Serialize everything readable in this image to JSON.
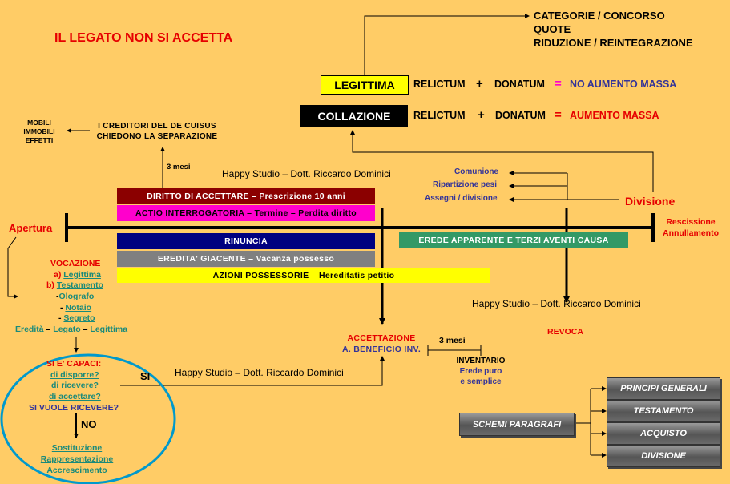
{
  "title": "IL LEGATO NON SI ACCETTA",
  "top_list": [
    "CATEGORIE / CONCORSO",
    "QUOTE",
    "RIDUZIONE / REINTEGRAZIONE"
  ],
  "legittima_row": {
    "box": "LEGITTIMA",
    "relictum": "RELICTUM",
    "plus": "+",
    "donatum": "DONATUM",
    "eq": "=",
    "result": "NO AUMENTO MASSA"
  },
  "collazione_row": {
    "box": "COLLAZIONE",
    "relictum": "RELICTUM",
    "plus": "+",
    "donatum": "DONATUM",
    "eq": "=",
    "result": "AUMENTO MASSA"
  },
  "beni": [
    "MOBILI",
    "IMMOBILI",
    "EFFETTI"
  ],
  "creditori": [
    "I CREDITORI DEL DE CUISUS",
    "CHIEDONO LA SEPARAZIONE"
  ],
  "tre_mesi": "3 mesi",
  "credit": "Happy Studio – Dott. Riccardo Dominici",
  "divisione_items": [
    "Comunione",
    "Ripartizione pesi",
    "Assegni / divisione"
  ],
  "divisione": "Divisione",
  "rescissione": [
    "Rescissione",
    "Annullamento"
  ],
  "apertura": "Apertura",
  "bars": {
    "diritto": "DIRITTO DI ACCETTARE – Prescrizione 10 anni",
    "actio": "ACTIO INTERROGATORIA – Termine – Perdita diritto",
    "rinuncia": "RINUNCIA",
    "giacente": "EREDITA' GIACENTE – Vacanza possesso",
    "azioni": "AZIONI POSSESSORIE – Hereditatis petitio",
    "erede": "EREDE APPARENTE E TERZI AVENTI CAUSA"
  },
  "colors": {
    "background": "#FFCC66",
    "diritto": "#8B0000",
    "actio": "#FF00CC",
    "rinuncia": "#000080",
    "giacente": "#808080",
    "azioni": "#FFFF00",
    "erede": "#339966",
    "legittima_box": "#FFFF00",
    "collazione_box": "#000000",
    "circle": "#0099CC"
  },
  "vocazione": {
    "title": "VOCAZIONE",
    "a_prefix": "a)",
    "a": "Legittima",
    "b_prefix": "b)",
    "b": "Testamento",
    "olografo": "Olografo",
    "notaio": "Notaio",
    "segreto": "Segreto",
    "eredita": "Eredità",
    "legato": "Legato",
    "legittima": "Legittima",
    "dash": "–"
  },
  "capaci": {
    "title": "SI E' CAPACI:",
    "disporre": "di disporre?",
    "ricevere": "di ricevere?",
    "accettare": "di accettare?",
    "vuole": "SI VUOLE RICEVERE?",
    "no": "NO",
    "si": "SI",
    "sostituzione": "Sostituzione",
    "rappresentazione": "Rappresentazione",
    "accrescimento": "Accrescimento"
  },
  "accettazione": [
    "ACCETTAZIONE",
    "A. BENEFICIO INV."
  ],
  "inventario": {
    "title": "INVENTARIO",
    "line1": "Erede puro",
    "line2": "e semplice"
  },
  "revoca": "REVOCA",
  "schemi": {
    "main": "SCHEMI PARAGRAFI",
    "items": [
      "PRINCIPI GENERALI",
      "TESTAMENTO",
      "ACQUISTO",
      "DIVISIONE"
    ]
  }
}
